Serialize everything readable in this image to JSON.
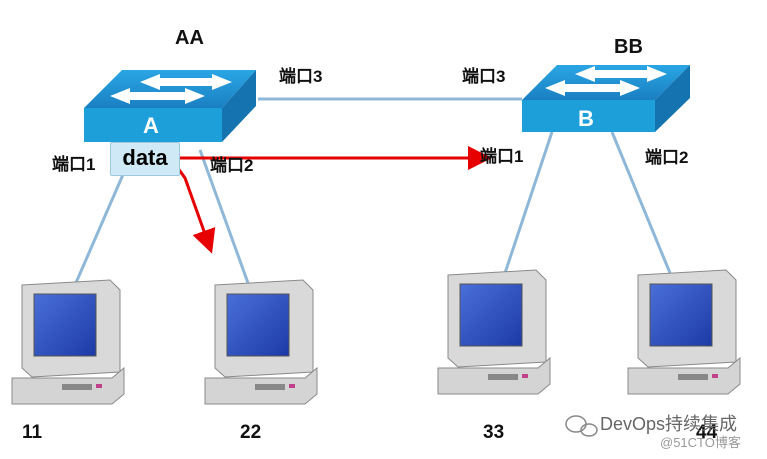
{
  "switches": [
    {
      "name": "AA",
      "letter": "A"
    },
    {
      "name": "BB",
      "letter": "B"
    }
  ],
  "ports": {
    "a1": "端口1",
    "a2": "端口2",
    "a3": "端口3",
    "b1": "端口1",
    "b2": "端口2",
    "b3": "端口3"
  },
  "packet_label": "data",
  "computers": [
    "11",
    "22",
    "33",
    "44"
  ],
  "colors": {
    "switch_top": "#1f8fd0",
    "switch_front": "#1d9fd9",
    "link": "#8fb8d8",
    "arrow": "#e60000"
  },
  "watermark": {
    "line1": "DevOps持续集成",
    "line2": "@51CTO博客"
  }
}
